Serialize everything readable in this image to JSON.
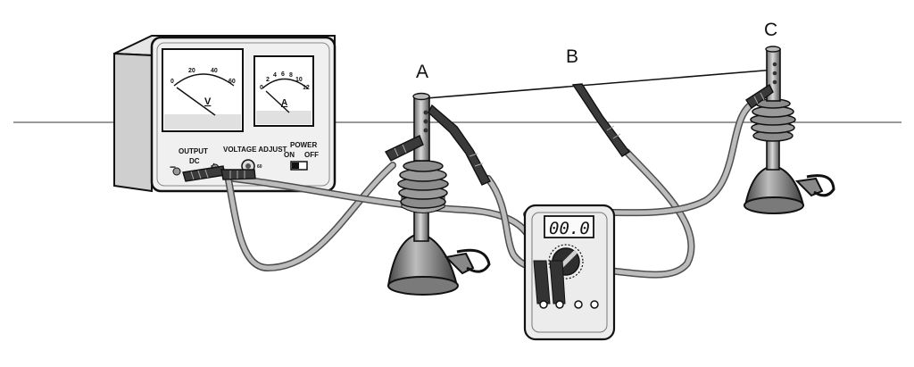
{
  "labels": {
    "point_a": "A",
    "point_b": "B",
    "point_c": "C"
  },
  "power_supply": {
    "voltmeter": {
      "unit": "V",
      "scale": [
        "0",
        "20",
        "40",
        "60"
      ]
    },
    "ammeter": {
      "unit": "A",
      "scale": [
        "0",
        "2",
        "4",
        "6",
        "8",
        "10",
        "12"
      ]
    },
    "output_label": "OUTPUT",
    "output_sub": "DC",
    "minus": "−",
    "plus": "+",
    "voltage_adjust_label": "VOLTAGE ADJUST",
    "knob_value": "60",
    "power_label": "POWER",
    "power_on": "ON",
    "power_off": "OFF"
  },
  "multimeter": {
    "display": "00.0"
  }
}
